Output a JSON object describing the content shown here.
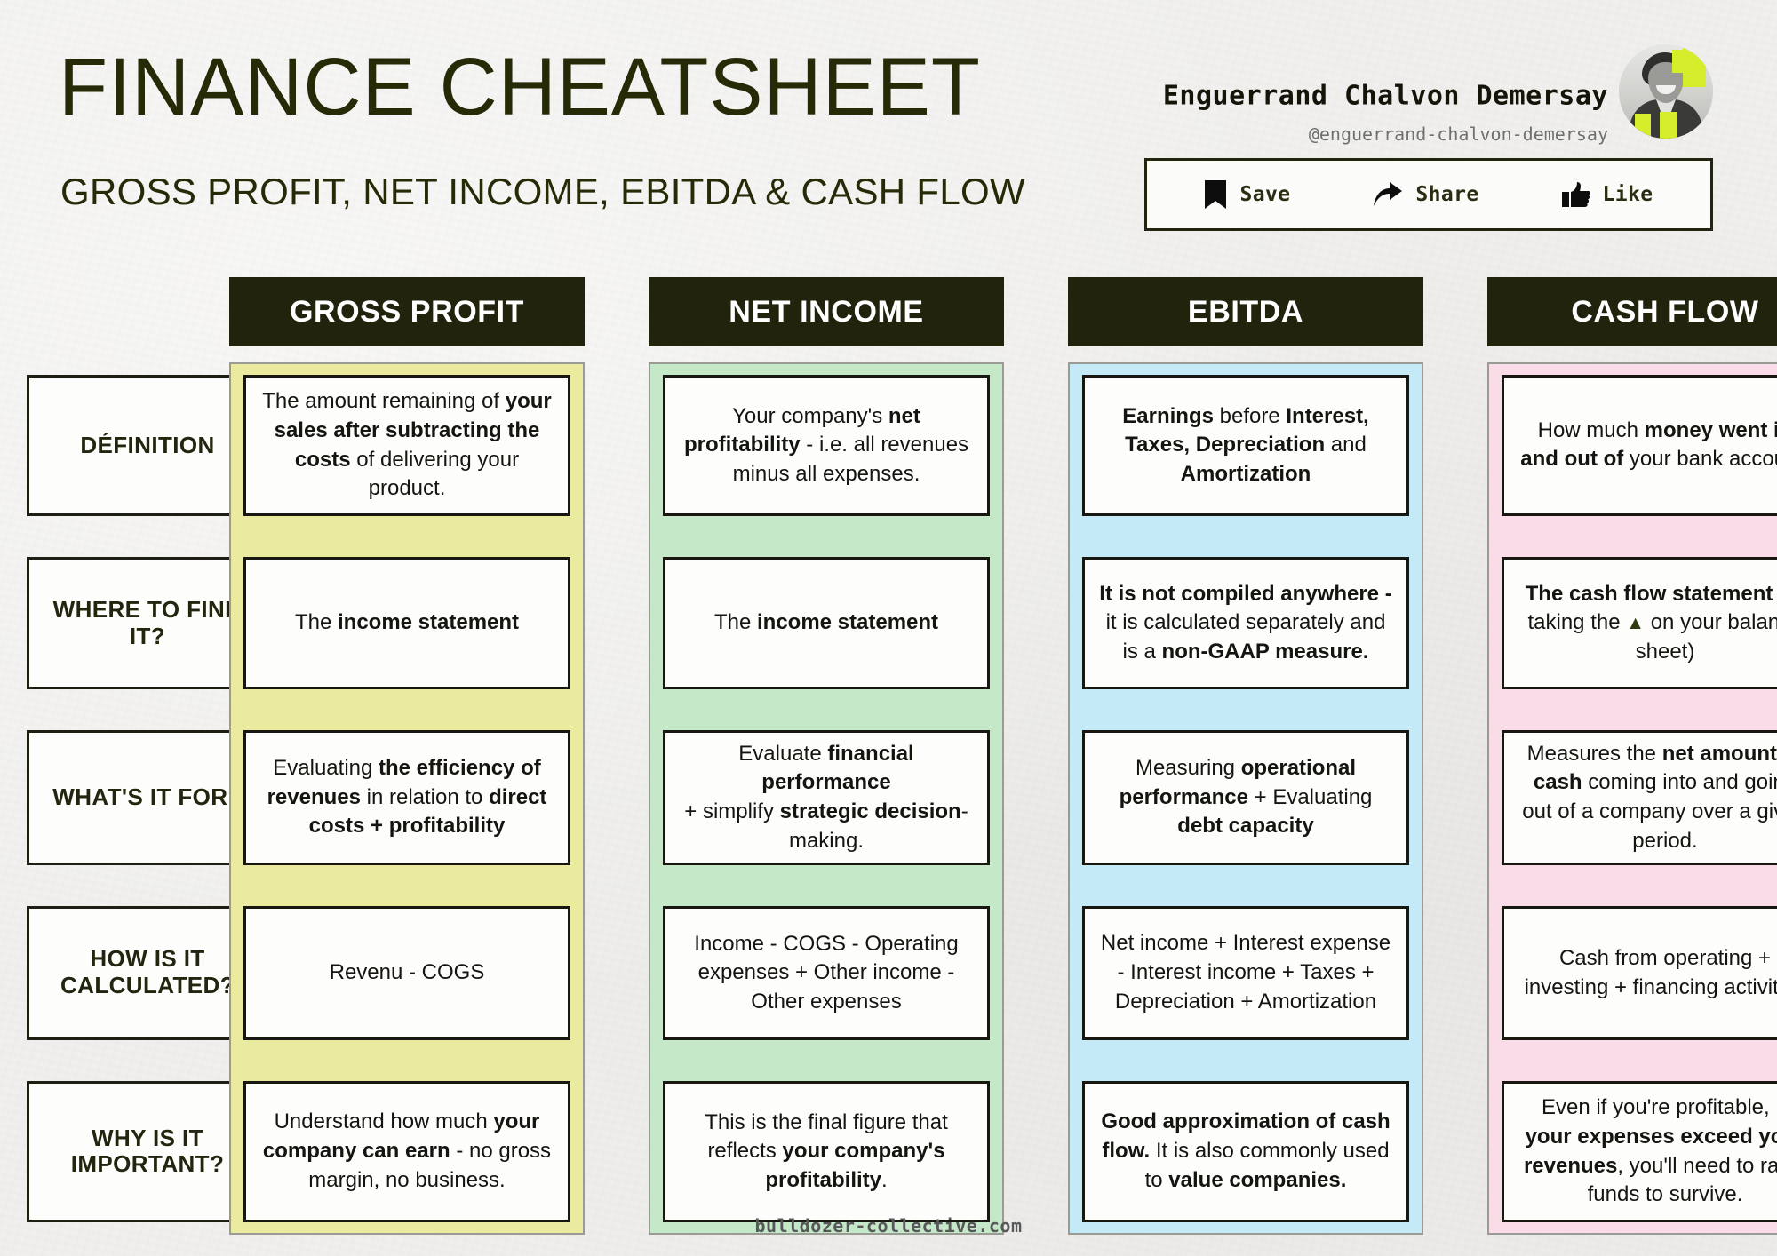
{
  "header": {
    "title": "FINANCE CHEATSHEET",
    "subtitle": "GROSS PROFIT, NET INCOME, EBITDA & CASH FLOW",
    "author_name": "Enguerrand Chalvon Demersay",
    "author_handle": "@enguerrand-chalvon-demersay",
    "actions": [
      {
        "label": "Save",
        "icon": "bookmark-icon"
      },
      {
        "label": "Share",
        "icon": "share-arrow-icon"
      },
      {
        "label": "Like",
        "icon": "thumbs-up-icon"
      }
    ]
  },
  "columns": [
    {
      "label": "GROSS PROFIT",
      "color": "#eaeb9e"
    },
    {
      "label": "NET INCOME",
      "color": "#c5e9c8"
    },
    {
      "label": "EBITDA",
      "color": "#c4e9f7"
    },
    {
      "label": "CASH FLOW",
      "color": "#f9dce8"
    }
  ],
  "rows": [
    {
      "label": "DÉFINITION"
    },
    {
      "label": "WHERE TO FIND IT?"
    },
    {
      "label": "WHAT'S IT FOR?"
    },
    {
      "label": "HOW IS IT CALCULATED?"
    },
    {
      "label": "WHY IS IT IMPORTANT?"
    }
  ],
  "cells": {
    "gross_profit": [
      "The amount remaining of <b>your sales after subtracting the costs</b> of delivering your product.",
      "The <b>income statement</b>",
      "Evaluating <b>the efficiency of revenues</b> in relation to <b>direct costs + profitability</b>",
      "Revenu - COGS",
      "Understand how much <b>your company can earn</b> - no gross margin, no business."
    ],
    "net_income": [
      "Your company's <b>net profitability</b> - i.e. all revenues minus all expenses.",
      "The <b>income statement</b>",
      "Evaluate <b>financial performance</b><br>+ simplify <b>strategic decision</b>-making.",
      "Income - COGS - Operating expenses + Other income - Other expenses",
      "This is the final figure that reflects <b>your company's profitability</b>."
    ],
    "ebitda": [
      "<b>Earnings</b> before <b>Interest, Taxes, Depreciation</b> and <b>Amortization</b>",
      "<b>It is not compiled anywhere -</b> it is calculated separately and is a <b>non-GAAP measure.</b>",
      "Measuring <b>operational performance</b> + Evaluating <b>debt capacity</b>",
      "Net income + Interest expense - Interest income + Taxes + Depreciation + Amortization",
      "<b>Good approximation of cash flow.</b> It is also commonly used to <b>value companies.</b>"
    ],
    "cash_flow": [
      "How much <b>money went in and out of</b> your bank account.",
      "<b>The cash flow statement</b> (or taking the <span class=\"delta\">▲</span> on your balance sheet)",
      "Measures the <b>net amount of cash</b> coming into and going out of a company over a given period.",
      "Cash from operating + investing + financing activities",
      "Even if you're profitable, <b>if your expenses exceed your revenues</b>, you'll need to raise funds to survive."
    ]
  },
  "footer": {
    "site": "bulldozer-collective.com"
  }
}
